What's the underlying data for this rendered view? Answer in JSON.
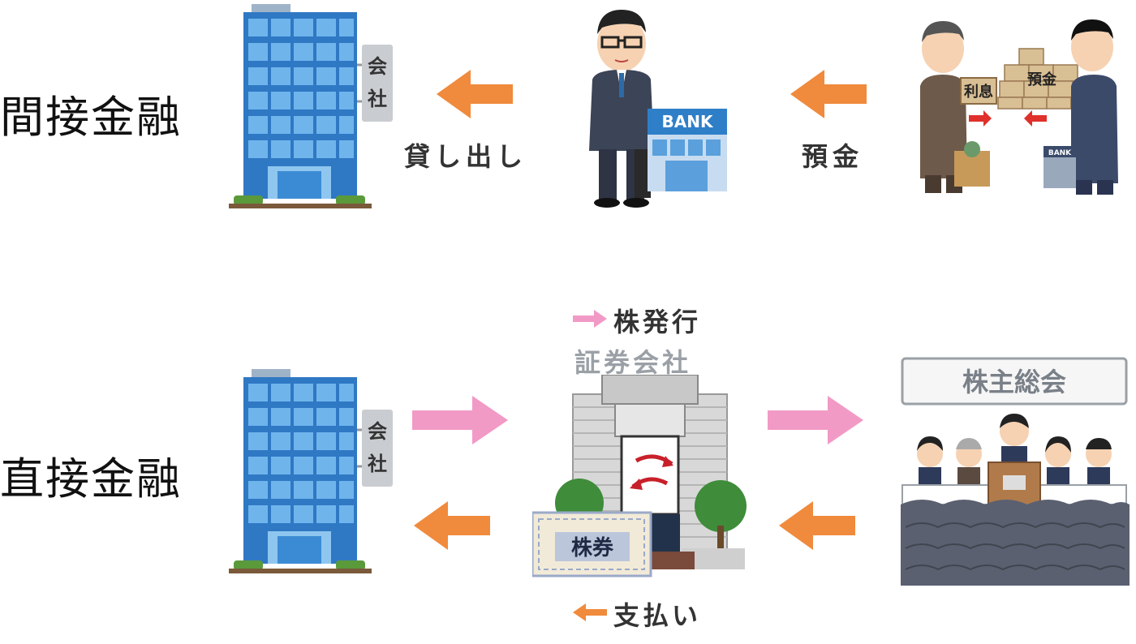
{
  "indirect": {
    "title": "間接金融",
    "loan_label": "貸し出し",
    "deposit_label": "預金",
    "company_sign": [
      "会",
      "社"
    ],
    "bank_sign": "BANK",
    "interest_tag": "利息",
    "deposit_tag": "預金",
    "small_bank_sign": "BANK"
  },
  "direct": {
    "title": "直接金融",
    "issue_label": "株発行",
    "securities_label": "証券会社",
    "payment_label": "支払い",
    "company_sign": [
      "会",
      "社"
    ],
    "stock_certificate": "株券",
    "meeting_sign": "株主総会"
  },
  "colors": {
    "orange_arrow": "#f08a3c",
    "pink_arrow": "#f29ac6",
    "building_blue": "#3a8fd9",
    "bank_blue": "#2f7fc8"
  }
}
